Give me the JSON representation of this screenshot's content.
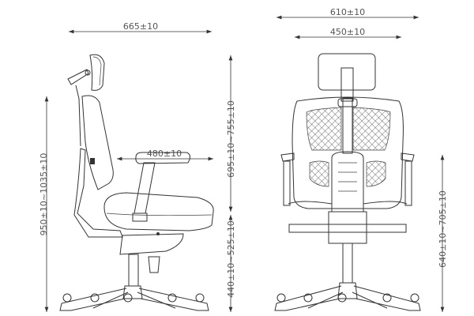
{
  "dimensions": {
    "side_overall_depth": "665±10",
    "side_seat_depth": "480±10",
    "side_total_height": "950±10~1035±10",
    "side_back_height": "695±10~755±10",
    "side_seat_height": "440±10~525±10",
    "front_overall_width": "610±10",
    "front_back_width": "450±10",
    "front_arm_height": "640±10~705±10"
  }
}
